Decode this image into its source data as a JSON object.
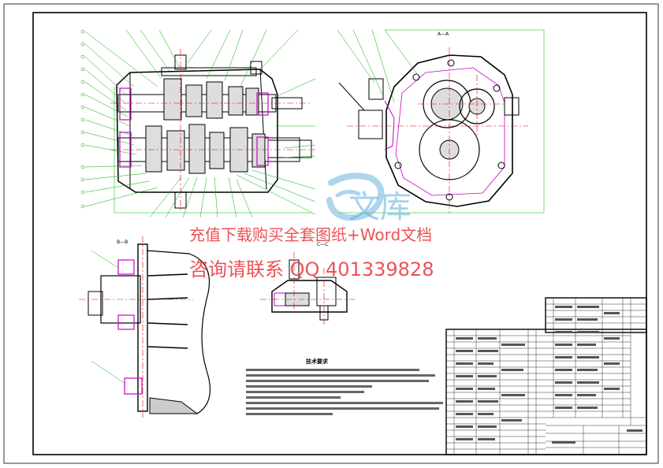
{
  "view_labels": {
    "top_right": "A—A",
    "mid_left": "B—B",
    "mid_center": "C—C"
  },
  "technical_requirements": {
    "title": "技术要求"
  },
  "watermark": {
    "line1": "充值下载购买全套图纸+Word文档",
    "line2": "咨询请联系 QQ 401339828",
    "logo_text": "文库"
  },
  "colors": {
    "line": "#000000",
    "leader": "#00b000",
    "centerline": "#e00000",
    "hatch": "#cc00cc",
    "watermark_red": "#e8353a",
    "watermark_blue": "#6fb3e0"
  }
}
